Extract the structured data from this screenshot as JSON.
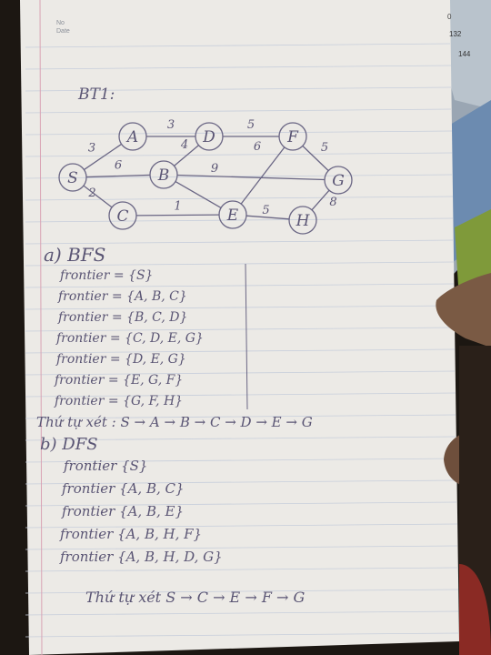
{
  "notebook": {
    "header": {
      "no_label": "No",
      "date_label": "Date"
    },
    "title": "BT1:",
    "graph": {
      "nodes": [
        {
          "id": "S"
        },
        {
          "id": "A"
        },
        {
          "id": "B"
        },
        {
          "id": "C"
        },
        {
          "id": "D"
        },
        {
          "id": "E"
        },
        {
          "id": "F"
        },
        {
          "id": "G"
        },
        {
          "id": "H"
        }
      ],
      "edges": [
        {
          "from": "S",
          "to": "A",
          "weight": "3"
        },
        {
          "from": "S",
          "to": "B",
          "weight": "6"
        },
        {
          "from": "S",
          "to": "C",
          "weight": "2"
        },
        {
          "from": "A",
          "to": "D",
          "weight": "3"
        },
        {
          "from": "B",
          "to": "D",
          "weight": "4"
        },
        {
          "from": "B",
          "to": "G",
          "weight": "9"
        },
        {
          "from": "B",
          "to": "E",
          "weight": ""
        },
        {
          "from": "C",
          "to": "E",
          "weight": "1"
        },
        {
          "from": "D",
          "to": "F",
          "weight": "5"
        },
        {
          "from": "E",
          "to": "F",
          "weight": "6"
        },
        {
          "from": "F",
          "to": "G",
          "weight": "5"
        },
        {
          "from": "E",
          "to": "H",
          "weight": "5"
        },
        {
          "from": "H",
          "to": "G",
          "weight": "8"
        }
      ]
    },
    "bfs": {
      "heading": "a) BFS",
      "lines": [
        "frontier = {S}",
        "frontier = {A, B, C}",
        "frontier = {B, C, D}",
        "frontier = {C, D, E, G}",
        "frontier = {D, E, G}",
        "frontier = {E, G, F}",
        "frontier = {G, F, H}"
      ],
      "order": "Thứ tự xét : S → A → B → C → D → E → G"
    },
    "dfs": {
      "heading": "b) DFS",
      "lines": [
        "frontier {S}",
        "frontier {A, B, C}",
        "frontier {A, B, E}",
        "frontier {A, B, H, F}",
        "frontier {A, B, H, D, G}"
      ],
      "order": "Thứ tự xét S → C → E → F → G"
    }
  },
  "background_book": {
    "numbers": [
      "0",
      "132",
      "144"
    ]
  },
  "colors": {
    "ink": "#5a5574",
    "paper": "#eceae6",
    "margin": "#d9a3b4",
    "rule": "#c7cedb",
    "background": "#1c1712"
  }
}
